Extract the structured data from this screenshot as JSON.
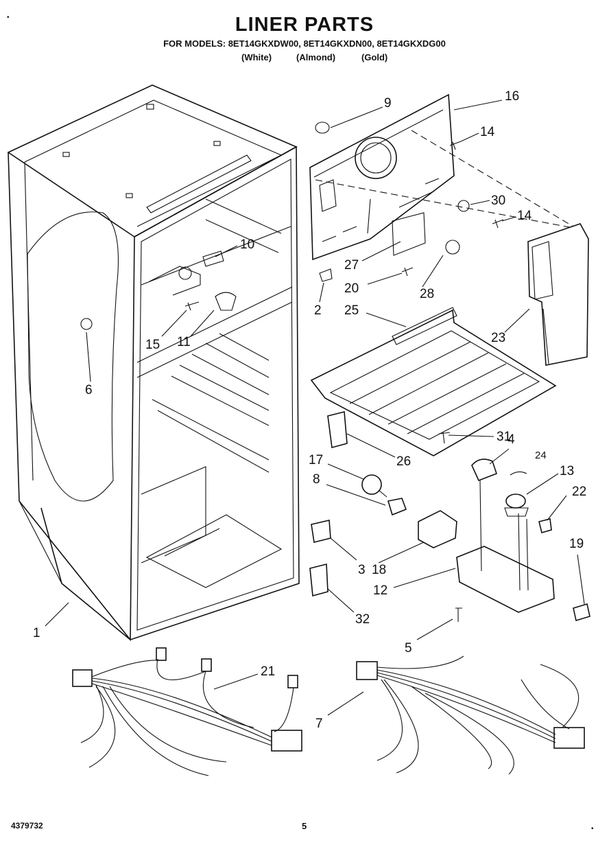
{
  "header": {
    "title": "LINER PARTS",
    "models_line": "FOR MODELS: 8ET14GKXDW00, 8ET14GKXDN00, 8ET14GKXDG00",
    "colors": [
      "(White)",
      "(Almond)",
      "(Gold)"
    ]
  },
  "footer": {
    "doc_number": "4379732",
    "page_number": "5"
  },
  "callouts": {
    "c1": "1",
    "c2": "2",
    "c3": "3",
    "c4": "4",
    "c5": "5",
    "c6": "6",
    "c7": "7",
    "c8": "8",
    "c9": "9",
    "c10": "10",
    "c11": "11",
    "c12": "12",
    "c13": "13",
    "c14a": "14",
    "c14b": "14",
    "c15": "15",
    "c16": "16",
    "c17": "17",
    "c18": "18",
    "c19": "19",
    "c20": "20",
    "c21": "21",
    "c22": "22",
    "c23": "23",
    "c24": "24",
    "c25": "25",
    "c26": "26",
    "c27": "27",
    "c28": "28",
    "c30": "30",
    "c31": "31",
    "c32": "32"
  },
  "colors": {
    "ink": "#111111",
    "paper": "#ffffff"
  }
}
